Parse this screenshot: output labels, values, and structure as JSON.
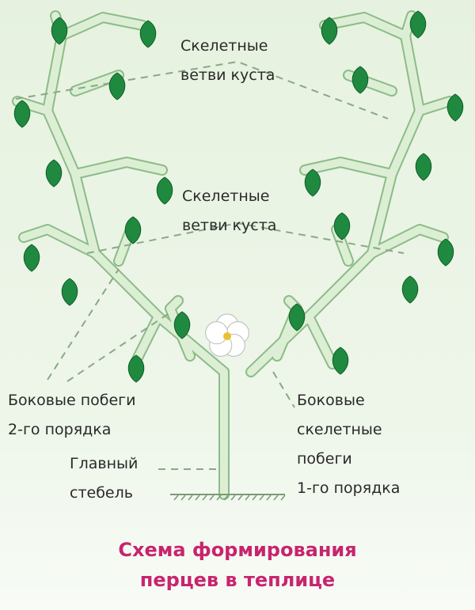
{
  "labels": {
    "skeletal_top": [
      "Скелетные",
      "ветви куста"
    ],
    "skeletal_mid": [
      "Скелетные",
      "ветви куста"
    ],
    "side_shoots_2nd": [
      "Боковые побеги",
      "2-го порядка"
    ],
    "main_stem": [
      "Главный",
      "стебель"
    ],
    "side_skeletal_1st": [
      "Боковые",
      "скелетные",
      "побеги",
      "1-го порядка"
    ]
  },
  "title": [
    "Схема формирования",
    "перцев в теплице"
  ],
  "colors": {
    "title": "#c8246e",
    "leaf": "#1f8a3f",
    "branch_fill": "#dcefd4",
    "branch_edge": "#8dbb88"
  }
}
